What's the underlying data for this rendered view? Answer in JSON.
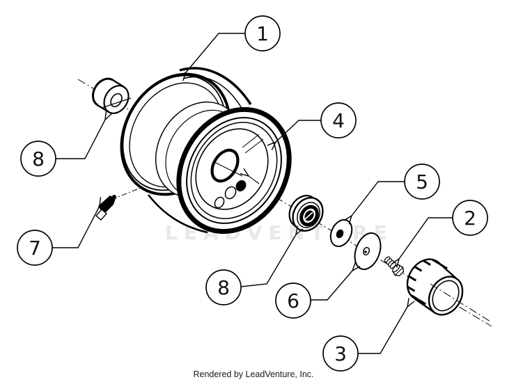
{
  "diagram": {
    "type": "exploded-parts-diagram",
    "subject": "wheel hub and rim assembly",
    "watermark": "LEADVENTURE",
    "footer": "Rendered by LeadVenture, Inc."
  },
  "colors": {
    "line": "#000000",
    "background": "#ffffff",
    "watermark": "#e8e8e8",
    "footer_text": "#1a1a1a"
  },
  "callouts": [
    {
      "label": "1",
      "part": "wheel-rim"
    },
    {
      "label": "8",
      "part": "flange-bushing"
    },
    {
      "label": "7",
      "part": "valve-stem"
    },
    {
      "label": "4",
      "part": "tire-side-ring"
    },
    {
      "label": "5",
      "part": "small-washer"
    },
    {
      "label": "2",
      "part": "hex-bolt"
    },
    {
      "label": "8",
      "part": "hub-bearing"
    },
    {
      "label": "6",
      "part": "flat-washer"
    },
    {
      "label": "3",
      "part": "hub-cap"
    }
  ]
}
